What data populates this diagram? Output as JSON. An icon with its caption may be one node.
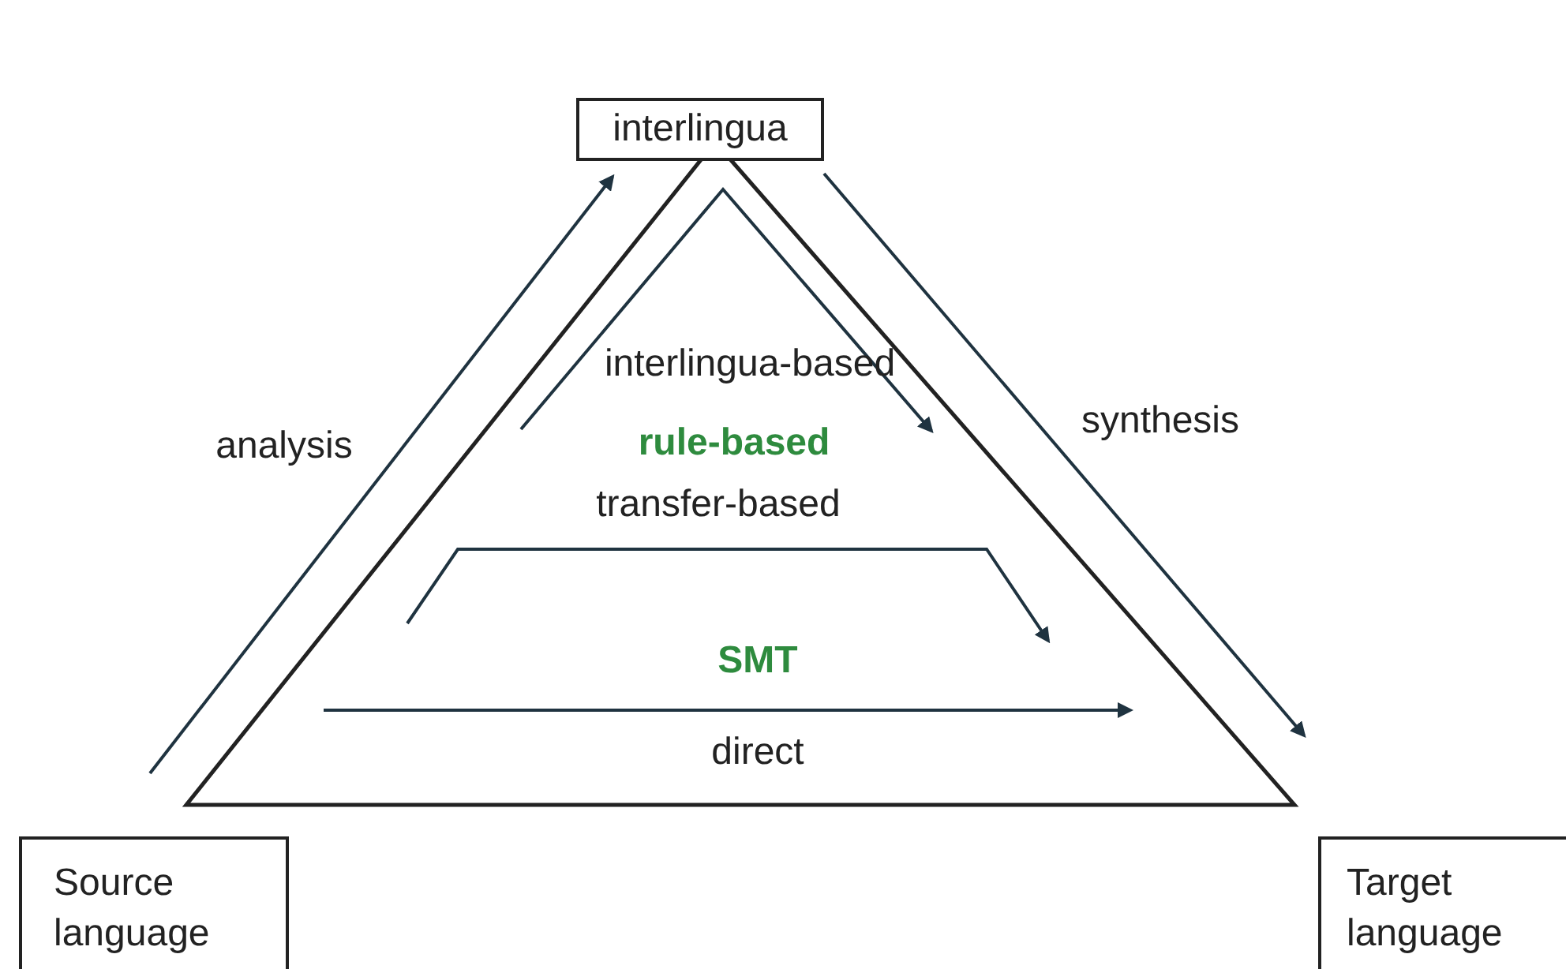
{
  "diagram": {
    "nodes": [
      {
        "text": [
          "interlingua"
        ]
      },
      {
        "text": [
          "Source language"
        ]
      },
      {
        "text": [
          "Target language"
        ]
      }
    ],
    "labels": [
      "interlingua-based",
      "analysis",
      "rule-based",
      "synthesis",
      "transfer-based",
      "SMT",
      "direct"
    ]
  }
}
